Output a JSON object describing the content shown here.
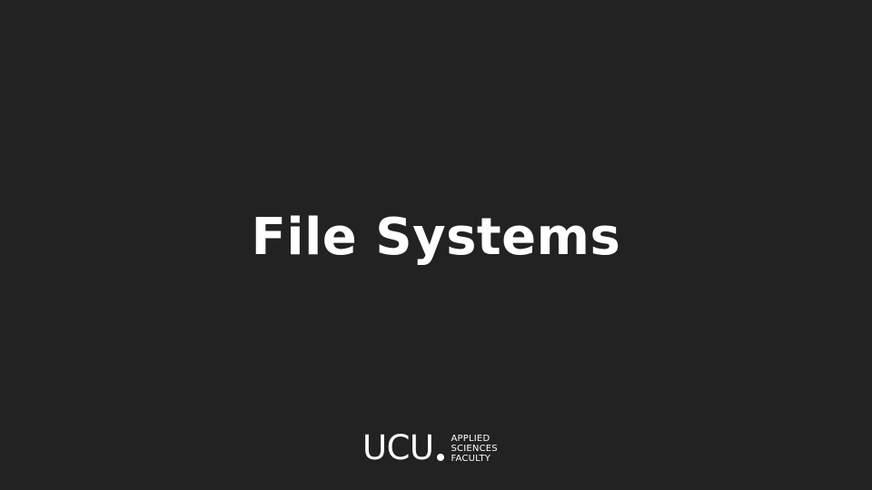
{
  "slide": {
    "title": "File Systems",
    "background_color": "#222222",
    "text_color": "#ffffff"
  },
  "logo": {
    "mark": "UCU",
    "lines": [
      "APPLIED",
      "SCIENCES",
      "FACULTY"
    ]
  }
}
